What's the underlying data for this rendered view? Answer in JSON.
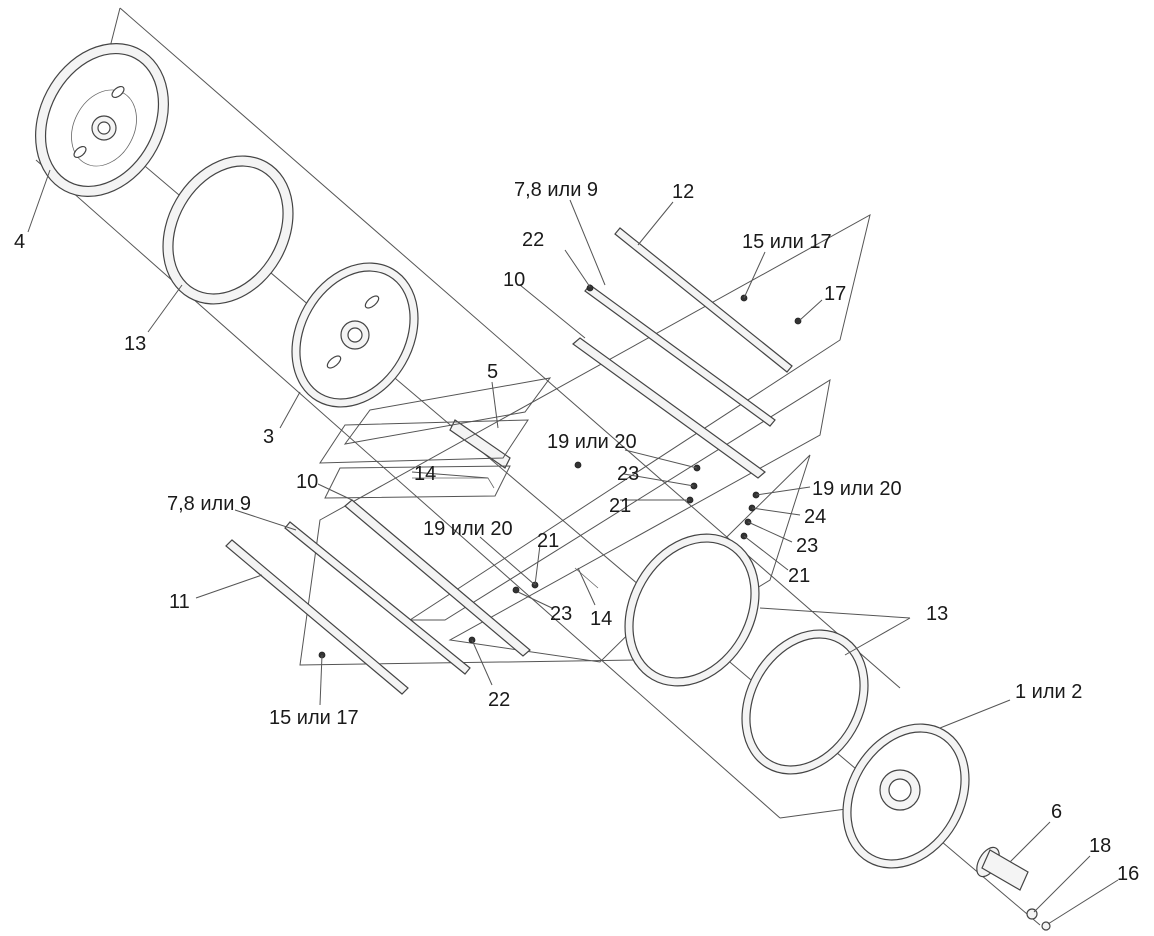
{
  "labels": {
    "l4": "4",
    "l13a": "13",
    "l3": "3",
    "l5": "5",
    "l7a": "7,8 или 9",
    "l12": "12",
    "l22a": "22",
    "l15a": "15 или 17",
    "l17": "17",
    "l10a": "10",
    "l10b": "10",
    "l14a": "14",
    "l7b": "7,8 или 9",
    "l19a": "19 или 20",
    "l19b": "19 или 20",
    "l19c": "19 или 20",
    "l21a": "21",
    "l21b": "21",
    "l21c": "21",
    "l23a": "23",
    "l23b": "23",
    "l23c": "23",
    "l24": "24",
    "l11": "11",
    "l14b": "14",
    "l13b": "13",
    "l22b": "22",
    "l15b": "15 или 17",
    "l1": "1 или 2",
    "l6": "6",
    "l18": "18",
    "l16": "16"
  },
  "colors": {
    "line": "#555555",
    "part_fill": "#f4f4f4",
    "text": "#1a1a1a"
  }
}
